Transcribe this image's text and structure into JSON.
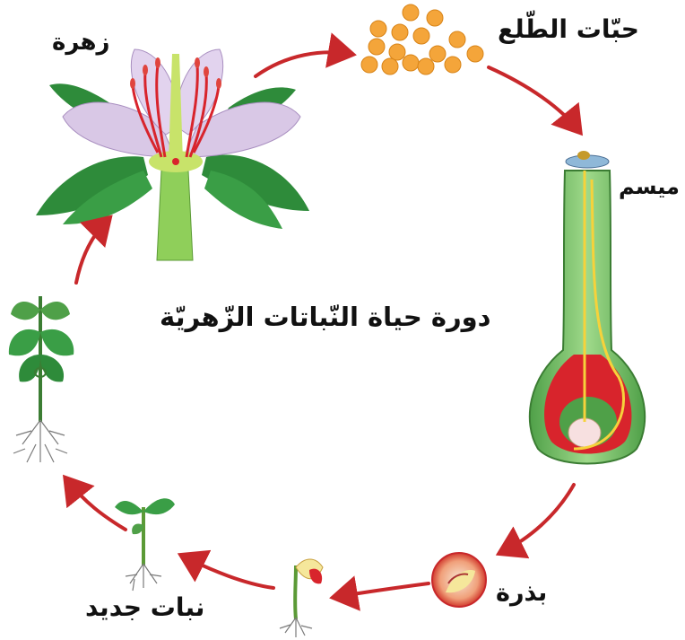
{
  "diagram": {
    "title": "دورة حياة النّباتات الزّهريّة",
    "stages": {
      "flower": "زهرة",
      "pollen": "حبّات الطّلع",
      "pistil": "ميسم",
      "seed": "بذرة",
      "new_plant": "نبات جديد"
    }
  },
  "colors": {
    "arrow": "#c8282b",
    "leaf": "#2e8b3a",
    "petal": "#d9c8e6",
    "pollen": "#f4a53a",
    "ovary_red": "#d8242c",
    "pistil_green": "#7bc46a"
  }
}
